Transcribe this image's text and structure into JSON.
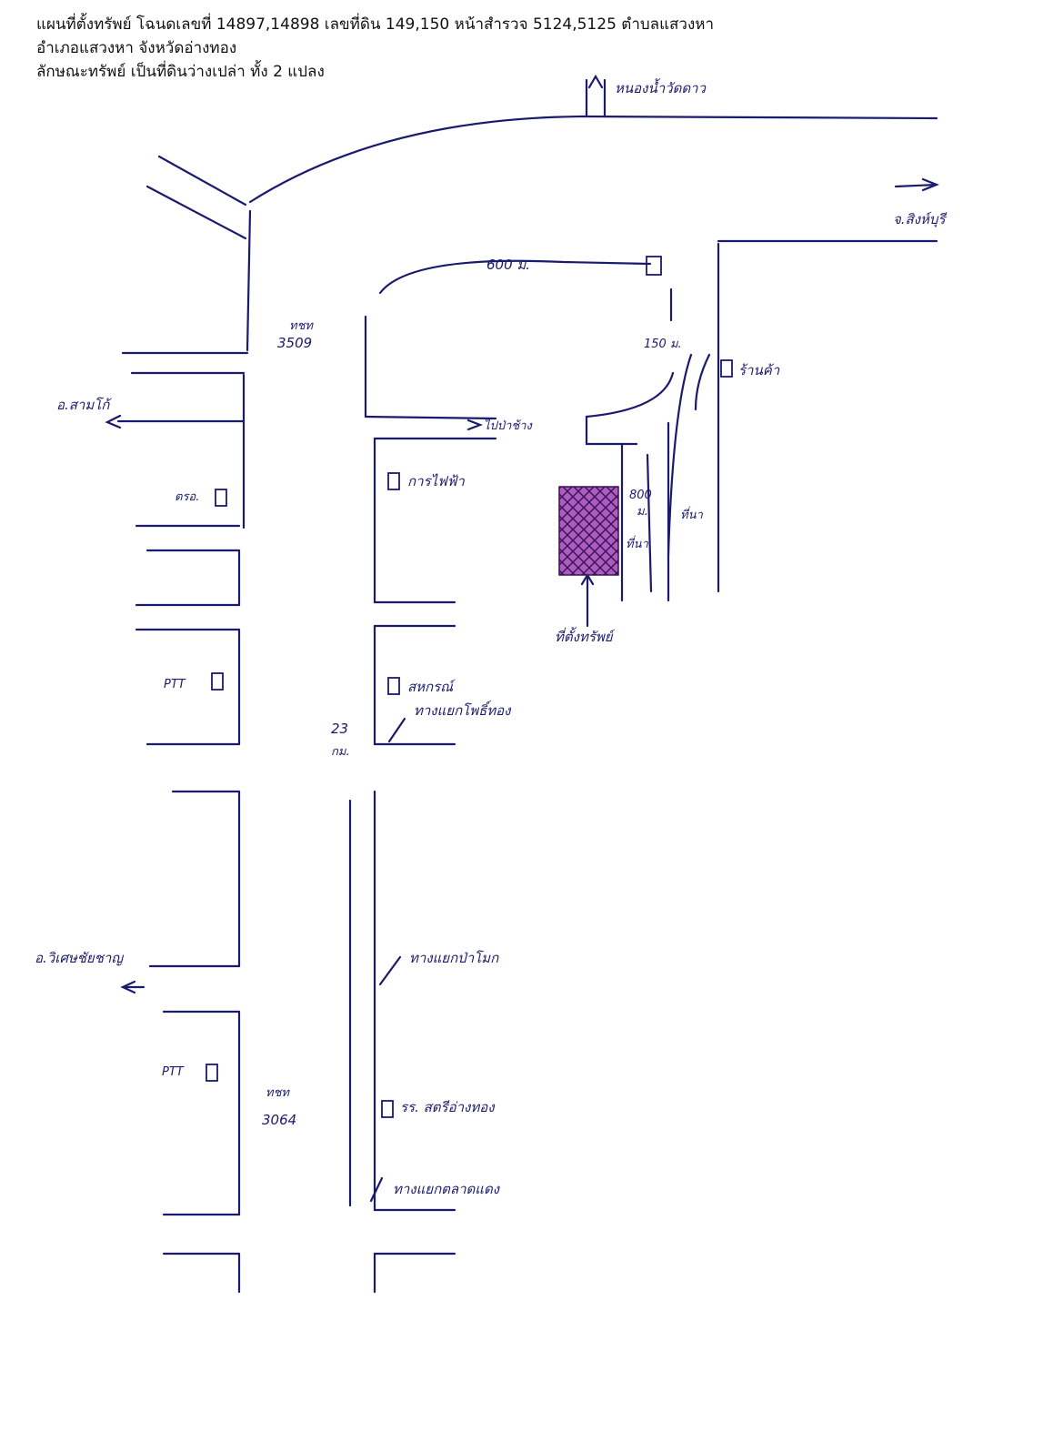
{
  "header": {
    "line1": "แผนที่ตั้งทรัพย์ โฉนดเลขที่ 14897,14898 เลขที่ดิน 149,150  หน้าสำรวจ 5124,5125 ตำบลแสวงหา",
    "line2": "อำเภอแสวงหา จังหวัดอ่างทอง",
    "line3": "ลักษณะทรัพย์   เป็นที่ดินว่างเปล่า ทั้ง 2 แปลง"
  },
  "map": {
    "labels": {
      "wat": "หนองน้ำวัดดาว",
      "singburi": "จ.สิงห์บุรี",
      "distance_600": "600 ม.",
      "distance_150": "150 ม.",
      "shop": "ร้านค้า",
      "road_3509_a": "ทชท",
      "road_3509_b": "3509",
      "samko": "อ.สามโก้",
      "pha_chang": "ไปป่าช้าง",
      "police": "ตรอ.",
      "electric": "การไฟฟ้า",
      "distance_800_a": "800",
      "distance_800_b": "ม.",
      "ti_na": "ที่นา",
      "thai_field": "ที่นา",
      "property": "ที่ตั้งทรัพย์",
      "ptt_1": "PTT",
      "post": "สหกรณ์",
      "junction_phothong": "ทางแยกโพธิ์ทอง",
      "km_a": "23",
      "km_b": "กม.",
      "wiset": "อ.วิเศษชัยชาญ",
      "junction_pa": "ทางแยกป่าโมก",
      "ptt_2": "PTT",
      "road_3064_a": "ทชท",
      "road_3064_b": "3064",
      "school": "รร. สตรีอ่างทอง",
      "junction_tadaeng": "ทางแยกตลาดแดง"
    },
    "colors": {
      "ink": "#1a1a6e",
      "property_fill": "#9b3fb5",
      "property_hatch": "#3a1050"
    }
  }
}
